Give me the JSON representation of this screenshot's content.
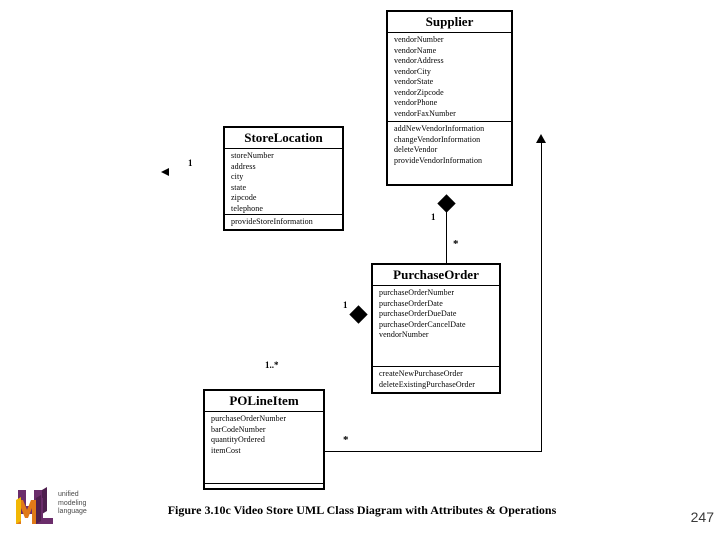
{
  "slide": {
    "caption": "Figure 3.10c Video Store UML Class Diagram with Attributes & Operations",
    "page_number": "247",
    "background_color": "#ffffff",
    "line_color": "#000000"
  },
  "logo": {
    "name": "uml-logo",
    "line1": "unified",
    "line2": "modeling",
    "line3": "language",
    "colors": {
      "purple": "#6b2d6b",
      "orange": "#e07a18",
      "yellow": "#f2b705",
      "text": "#4a4a4a"
    }
  },
  "classes": [
    {
      "id": "supplier",
      "name": "Supplier",
      "attributes": [
        "vendorNumber",
        "vendorName",
        "vendorAddress",
        "vendorCity",
        "vendorState",
        "vendorZipcode",
        "vendorPhone",
        "vendorFaxNumber"
      ],
      "operations": [
        "addNewVendorInformation",
        "changeVendorInformation",
        "deleteVendor",
        "provideVendorInformation"
      ]
    },
    {
      "id": "storelocation",
      "name": "StoreLocation",
      "attributes": [
        "storeNumber",
        "address",
        "city",
        "state",
        "zipcode",
        "telephone"
      ],
      "operations": [
        "provideStoreInformation"
      ]
    },
    {
      "id": "purchaseorder",
      "name": "PurchaseOrder",
      "attributes": [
        "purchaseOrderNumber",
        "purchaseOrderDate",
        "purchaseOrderDueDate",
        "purchaseOrderCancelDate",
        "vendorNumber"
      ],
      "operations": [
        "createNewPurchaseOrder",
        "deleteExistingPurchaseOrder"
      ]
    },
    {
      "id": "polineitem",
      "name": "POLineItem",
      "attributes": [
        "purchaseOrderNumber",
        "barCodeNumber",
        "quantityOrdered",
        "itemCost"
      ],
      "operations": []
    }
  ],
  "multiplicities": {
    "storelocation_left": "1",
    "supplier_to_purchaseorder_source": "1",
    "supplier_to_purchaseorder_target": "*",
    "purchaseorder_to_polineitem_source": "1",
    "purchaseorder_to_polineitem_target": "1..*",
    "polineitem_to_supplier_target": "*"
  }
}
